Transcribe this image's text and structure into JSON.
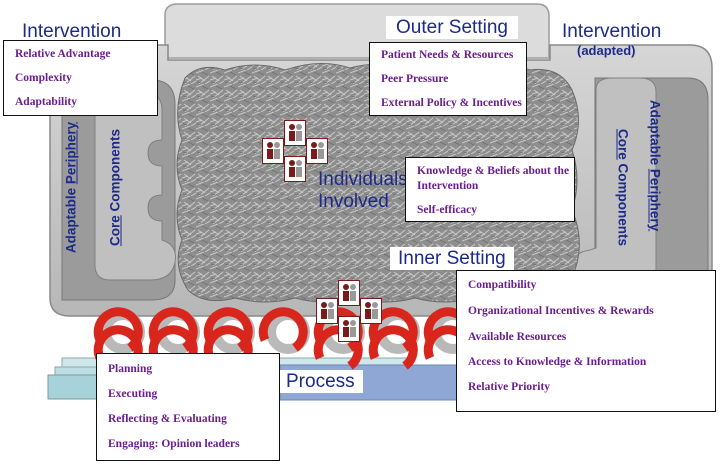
{
  "headings": {
    "intervention_left": "Intervention",
    "outer_setting": "Outer Setting",
    "intervention_right": "Intervention",
    "adapted": "(adapted)",
    "inner_setting": "Inner Setting",
    "individuals_line1": "Individuals",
    "individuals_line2": "Involved",
    "process": "Process"
  },
  "left_labels": {
    "adaptable_prefix": "Adaptable ",
    "adaptable_underlined": "Periphery",
    "core_underlined": "Core",
    "core_suffix": " Components"
  },
  "right_labels": {
    "core_underlined": "Core",
    "core_suffix": " Components",
    "adaptable_prefix": "Adaptable ",
    "adaptable_underlined": "Periphery"
  },
  "boxes": {
    "intervention_characteristics": [
      "Relative Advantage",
      "Complexity",
      "Adaptability"
    ],
    "outer_setting": [
      "Patient Needs & Resources",
      "Peer Pressure",
      "External Policy & Incentives"
    ],
    "individuals": [
      "Knowledge & Beliefs about the",
      "Intervention",
      "Self-efficacy"
    ],
    "inner_setting": [
      "Compatibility",
      "Organizational Incentives & Rewards",
      "Available Resources",
      "Access to Knowledge & Information",
      "Relative Priority"
    ],
    "process": [
      "Planning",
      "Executing",
      "Reflecting & Evaluating",
      "Engaging: Opinion leaders"
    ]
  },
  "colors": {
    "heading_blue": "#1c2a8a",
    "item_purple": "#6a1e8f",
    "process_red": "#d9261c",
    "setting_gray": "#9a9a9a"
  }
}
